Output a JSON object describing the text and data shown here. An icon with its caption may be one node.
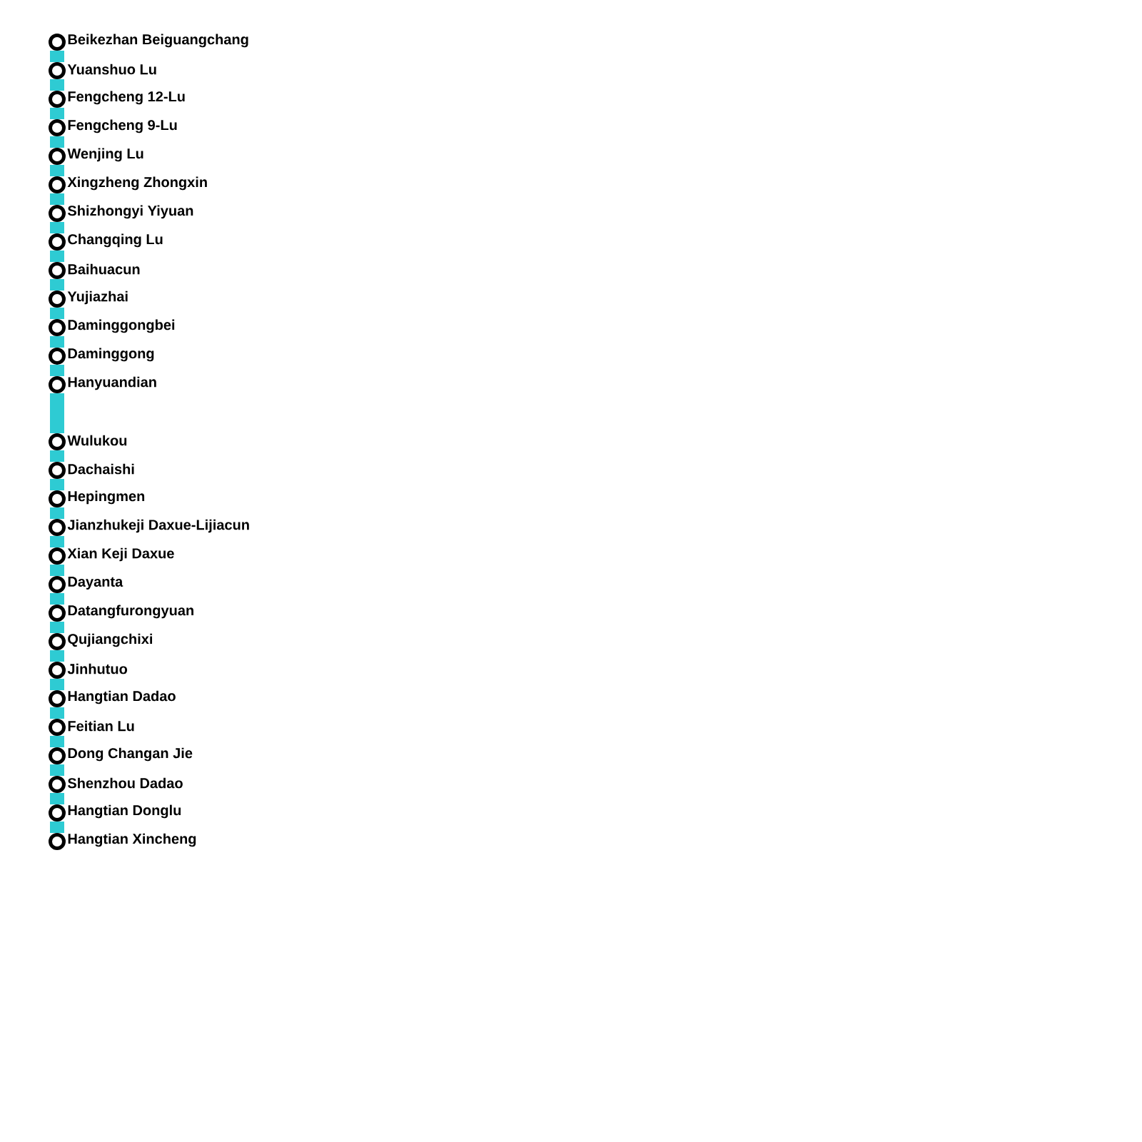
{
  "diagram": {
    "nodes": [
      {
        "text": [
          "Beikezhan Beiguangchang"
        ]
      },
      {
        "text": [
          "Yuanshuo Lu"
        ]
      },
      {
        "text": [
          "Fengcheng 12-Lu"
        ]
      },
      {
        "text": [
          "Fengcheng 9-Lu"
        ]
      },
      {
        "text": [
          "Wenjing Lu"
        ]
      },
      {
        "text": [
          "Xingzheng Zhongxin"
        ]
      },
      {
        "text": [
          "Shizhongyi Yiyuan"
        ]
      },
      {
        "text": [
          "Changqing Lu"
        ]
      },
      {
        "text": [
          "Baihuacun"
        ]
      },
      {
        "text": [
          "Yujiazhai"
        ]
      },
      {
        "text": [
          "Daminggongbei"
        ]
      },
      {
        "text": [
          "Daminggong"
        ]
      },
      {
        "text": [
          "Hanyuandian"
        ]
      },
      {
        "text": [
          "Wulukou"
        ]
      },
      {
        "text": [
          "Dachaishi"
        ]
      },
      {
        "text": [
          "Hepingmen"
        ]
      },
      {
        "text": [
          "Jianzhukeji Daxue-Lijiacun"
        ]
      },
      {
        "text": [
          "Xian Keji Daxue"
        ]
      },
      {
        "text": [
          "Dayanta"
        ]
      },
      {
        "text": [
          "Datangfurongyuan"
        ]
      },
      {
        "text": [
          "Qujiangchixi"
        ]
      },
      {
        "text": [
          "Jinhutuo"
        ]
      },
      {
        "text": [
          "Hangtian Dadao"
        ]
      },
      {
        "text": [
          "Feitian Lu"
        ]
      },
      {
        "text": [
          "Dong Changan Jie"
        ]
      },
      {
        "text": [
          "Shenzhou Dadao"
        ]
      },
      {
        "text": [
          "Hangtian Donglu"
        ]
      },
      {
        "text": [
          "Hangtian Xincheng"
        ]
      }
    ],
    "edges": [
      {
        "from": 0,
        "to": 1,
        "arrow": "none"
      },
      {
        "from": 1,
        "to": 2,
        "arrow": "none"
      },
      {
        "from": 2,
        "to": 3,
        "arrow": "none"
      },
      {
        "from": 3,
        "to": 4,
        "arrow": "none"
      },
      {
        "from": 4,
        "to": 5,
        "arrow": "none"
      },
      {
        "from": 5,
        "to": 6,
        "arrow": "none"
      },
      {
        "from": 6,
        "to": 7,
        "arrow": "none"
      },
      {
        "from": 7,
        "to": 8,
        "arrow": "none"
      },
      {
        "from": 8,
        "to": 9,
        "arrow": "none"
      },
      {
        "from": 9,
        "to": 10,
        "arrow": "none"
      },
      {
        "from": 10,
        "to": 11,
        "arrow": "none"
      },
      {
        "from": 11,
        "to": 12,
        "arrow": "none"
      },
      {
        "from": 12,
        "to": 13,
        "arrow": "none"
      },
      {
        "from": 13,
        "to": 14,
        "arrow": "none"
      },
      {
        "from": 14,
        "to": 15,
        "arrow": "none"
      },
      {
        "from": 15,
        "to": 16,
        "arrow": "none"
      },
      {
        "from": 16,
        "to": 17,
        "arrow": "none"
      },
      {
        "from": 17,
        "to": 18,
        "arrow": "none"
      },
      {
        "from": 18,
        "to": 19,
        "arrow": "none"
      },
      {
        "from": 19,
        "to": 20,
        "arrow": "none"
      },
      {
        "from": 20,
        "to": 21,
        "arrow": "none"
      },
      {
        "from": 21,
        "to": 22,
        "arrow": "none"
      },
      {
        "from": 22,
        "to": 23,
        "arrow": "none"
      },
      {
        "from": 23,
        "to": 24,
        "arrow": "none"
      },
      {
        "from": 24,
        "to": 25,
        "arrow": "none"
      },
      {
        "from": 25,
        "to": 26,
        "arrow": "none"
      },
      {
        "from": 26,
        "to": 27,
        "arrow": "none"
      }
    ]
  }
}
